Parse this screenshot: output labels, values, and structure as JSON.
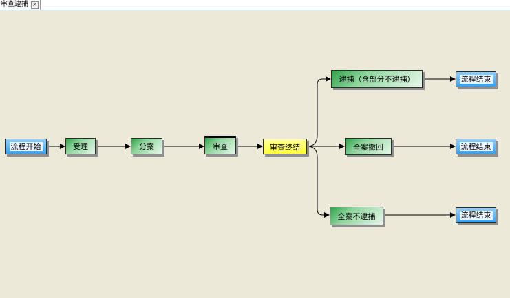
{
  "tab": {
    "label": "审查逮捕",
    "close_glyph": "×"
  },
  "nodes": {
    "start": "流程开始",
    "accept": "受理",
    "assign": "分案",
    "review": "审查",
    "review_end": "审查终结",
    "arrest": "逮捕（含部分不逮捕）",
    "withdraw": "全案撤回",
    "no_arrest": "全案不逮捕",
    "end1": "流程结束",
    "end2": "流程结束",
    "end3": "流程结束"
  },
  "colors": {
    "background": "#ECE9D8",
    "start_end_node": "#3b9fea",
    "task_node": "#8ed49c",
    "decision_node": "#ffff33"
  }
}
